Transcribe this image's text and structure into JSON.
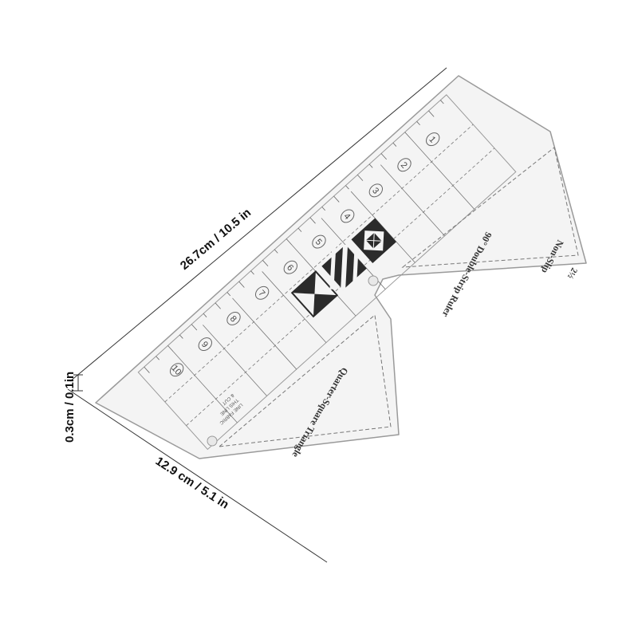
{
  "dimensions": {
    "length": "26.7cm / 10.5 in",
    "width": "12.9 cm / 5.1 in",
    "thickness": "0.3cm / 0.1in"
  },
  "ruler": {
    "double_strip_label": "90° Double-Strip Ruler",
    "quarter_square_label": "Quarter-Square Triangle",
    "non_slip": "Non-Slip",
    "fraction": "2½",
    "guide_lines": [
      "LINE FABRIC",
      "THIS LINE",
      "& CUT"
    ],
    "numbers": [
      "1",
      "2",
      "3",
      "4",
      "5",
      "6",
      "7",
      "8",
      "9",
      "10"
    ]
  },
  "colors": {
    "ruler_outline": "#9a9a9a",
    "ruler_fill": "#f4f4f4",
    "markings": "#555555",
    "dim_line": "#333333",
    "block_dark": "#2b2b2b"
  }
}
